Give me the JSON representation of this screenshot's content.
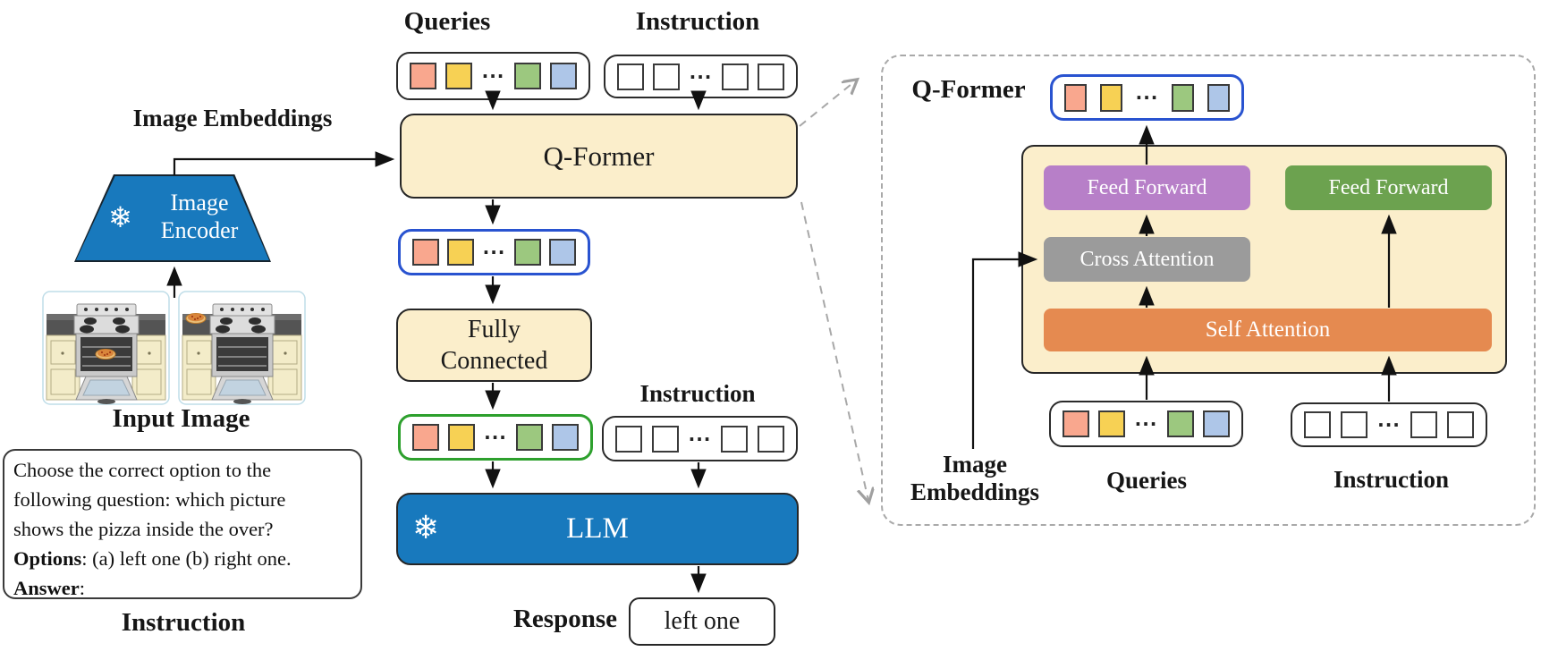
{
  "palette": {
    "tan": "#fbeecb",
    "blue": "#1879bd",
    "purple": "#b77fc8",
    "green_ff": "#6ca24f",
    "gray_attn": "#9b9b9b",
    "orange_attn": "#e58a50",
    "token_salmon": "#f9a78e",
    "token_yellow": "#f7d154",
    "token_green": "#9cc87f",
    "token_blue": "#aec6e8",
    "blue_border": "#2953d0",
    "green_border": "#2da02d",
    "dashed_gray": "#a9a9a9"
  },
  "left": {
    "image_embeddings_label": "Image Embeddings",
    "encoder": {
      "snowflake_icon": "❄",
      "line1": "Image",
      "line2": "Encoder"
    },
    "input_image_label": "Input Image",
    "instruction_box": {
      "line1": "Choose the correct option to the",
      "line2": "following question: which picture",
      "line3": "shows the pizza inside the over?",
      "options_label": "Options",
      "options_rest": ": (a) left one (b) right one.",
      "answer_label": "Answer",
      "answer_rest": ":"
    },
    "instruction_label": "Instruction"
  },
  "pipeline": {
    "queries_label": "Queries",
    "instruction_label_top": "Instruction",
    "qformer_label": "Q-Former",
    "fully_connected_line1": "Fully",
    "fully_connected_line2": "Connected",
    "instruction_label_mid": "Instruction",
    "llm_label": "LLM",
    "llm_snowflake_icon": "❄",
    "response_label": "Response",
    "response_value": "left one",
    "ellipsis": "···"
  },
  "qformer_detail": {
    "panel_label": "Q-Former",
    "feed_forward_left": "Feed Forward",
    "feed_forward_right": "Feed Forward",
    "cross_attention": "Cross Attention",
    "self_attention": "Self Attention",
    "image_embeddings_line1": "Image",
    "image_embeddings_line2": "Embeddings",
    "queries_label": "Queries",
    "instruction_label": "Instruction"
  }
}
